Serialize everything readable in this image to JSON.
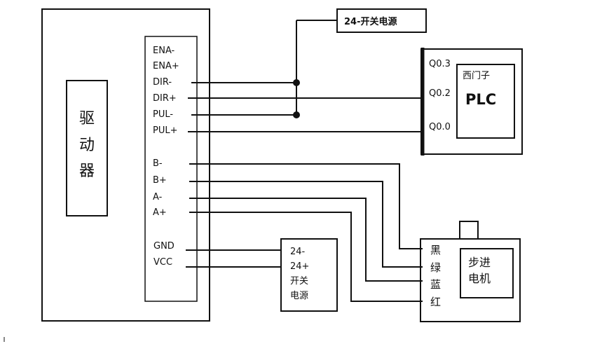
{
  "driver": {
    "title_chars": [
      "驱",
      "动",
      "器"
    ],
    "pins": [
      "ENA-",
      "ENA+",
      "DIR-",
      "DIR+",
      "PUL-",
      "PUL+",
      "B-",
      "B+",
      "A-",
      "A+",
      "GND",
      "VCC"
    ]
  },
  "psu_top": {
    "label": "24-开关电源"
  },
  "plc": {
    "outputs": [
      "Q0.3",
      "Q0.2",
      "Q0.0"
    ],
    "brand": "西门子",
    "model": "PLC"
  },
  "psu_bottom": {
    "lines": [
      "24-",
      "24+",
      "开关",
      "电源"
    ]
  },
  "motor": {
    "wires": [
      "黑",
      "绿",
      "蓝",
      "红"
    ],
    "title_lines": [
      "步进",
      "电机"
    ]
  },
  "colors": {
    "line": "#111111",
    "background": "#ffffff"
  }
}
